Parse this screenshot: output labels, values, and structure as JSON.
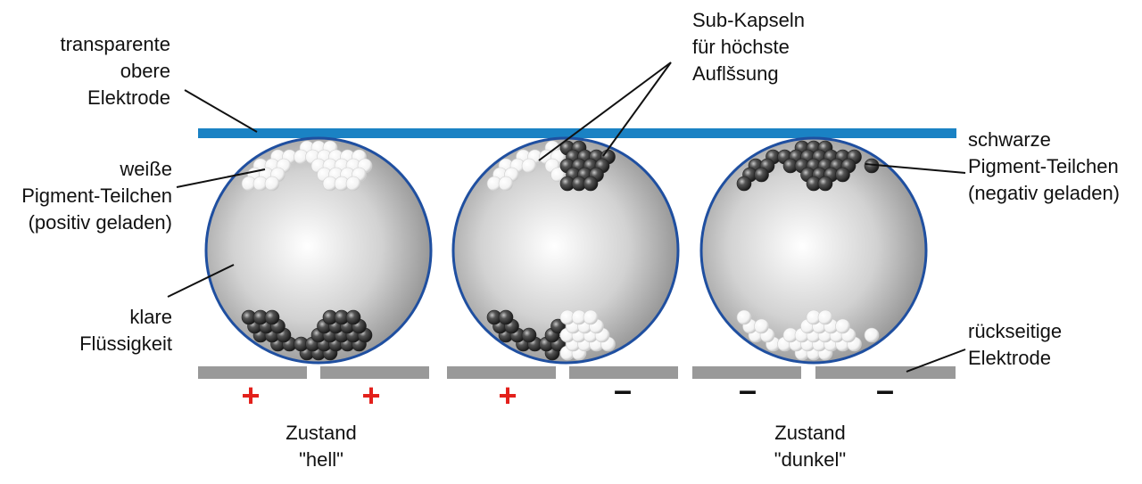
{
  "labels": {
    "top_electrode": "transparente\nobere\nElektrode",
    "sub_capsules": "Sub-Kapseln\nfür höchste\nAuflšsung",
    "white_particles": "weiße\nPigment-Teilchen\n(positiv geladen)",
    "black_particles": "schwarze\nPigment-Teilchen\n(negativ geladen)",
    "clear_liquid": "klare\nFlüssigkeit",
    "back_electrode": "rückseitige\nElektrode",
    "state_light": "Zustand\n\"hell\"",
    "state_dark": "Zustand\n\"dunkel\""
  },
  "signs": {
    "s1": "+",
    "s2": "+",
    "s3": "+",
    "s4": "–",
    "s5": "–",
    "s6": "–"
  },
  "colors": {
    "top_electrode": "#1a82c4",
    "back_electrode": "#999999",
    "capsule_border": "#1f4fa0",
    "plus": "#e3201b",
    "minus": "#111111"
  }
}
